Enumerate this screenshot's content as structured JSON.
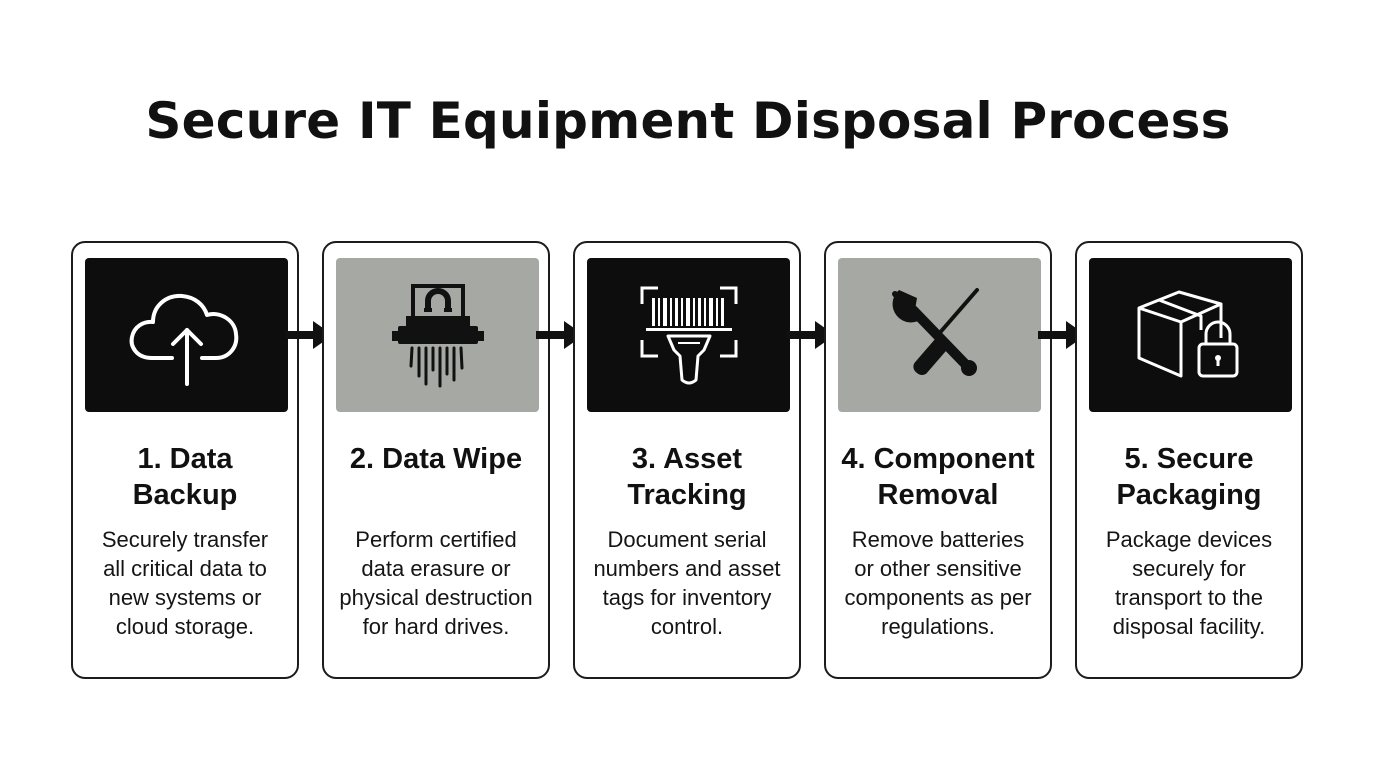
{
  "title": "Secure IT Equipment Disposal Process",
  "steps": [
    {
      "title": "1. Data\nBackup",
      "description": "Securely transfer\nall critical data to\nnew systems or\ncloud storage.",
      "icon": "cloud-upload-icon",
      "icon_bg": "#0d0d0d"
    },
    {
      "title": "2. Data Wipe",
      "description": "Perform certified\ndata erasure or\nphysical destruction\nfor hard drives.",
      "icon": "shredder-magnet-icon",
      "icon_bg": "#a6a8a3"
    },
    {
      "title": "3. Asset\nTracking",
      "description": "Document serial\nnumbers and asset\ntags for inventory\ncontrol.",
      "icon": "barcode-scanner-icon",
      "icon_bg": "#0d0d0d"
    },
    {
      "title": "4. Component\nRemoval",
      "description": "Remove batteries\nor other sensitive\ncomponents as per\nregulations.",
      "icon": "wrench-screwdriver-icon",
      "icon_bg": "#a6a8a3"
    },
    {
      "title": "5. Secure\nPackaging",
      "description": "Package devices\nsecurely for\ntransport to the\ndisposal facility.",
      "icon": "box-lock-icon",
      "icon_bg": "#0d0d0d"
    }
  ]
}
